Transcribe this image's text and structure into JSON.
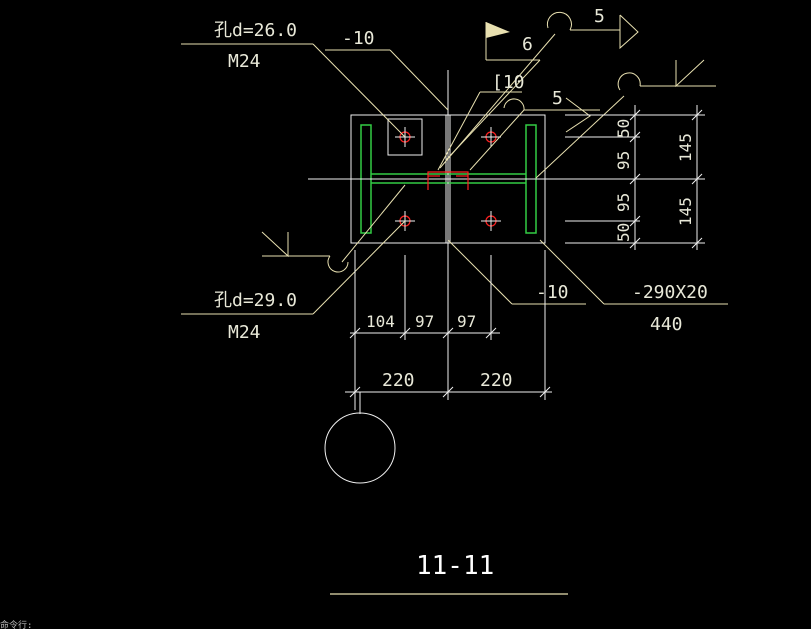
{
  "drawing": {
    "section_title": "11-11",
    "labels": {
      "hole_top": "孔d=26.0",
      "bolt_top": "M24",
      "plate_top": "-10",
      "weld_flag": "6",
      "weld_top": "5",
      "channel": "[10",
      "weld_mid": "5",
      "hole_bottom": "孔d=29.0",
      "bolt_bottom": "M24",
      "plate_bottom": "-10",
      "plate_size": "-290X20",
      "plate_length": "440"
    },
    "dims_bottom": {
      "row1": [
        "104",
        "97",
        "97"
      ],
      "row2": [
        "220",
        "220"
      ]
    },
    "dims_right": {
      "inner": [
        "50",
        "95",
        "95",
        "50"
      ],
      "outer": [
        "145",
        "145"
      ]
    },
    "status_text": "命令行:"
  },
  "colors": {
    "background": "#000000",
    "lines": "#f0f0f0",
    "leaders": "#e8e0b0",
    "channel_section": "#33cc44",
    "weld_symbol": "#ff2222",
    "flag": "#e8e0b0"
  }
}
